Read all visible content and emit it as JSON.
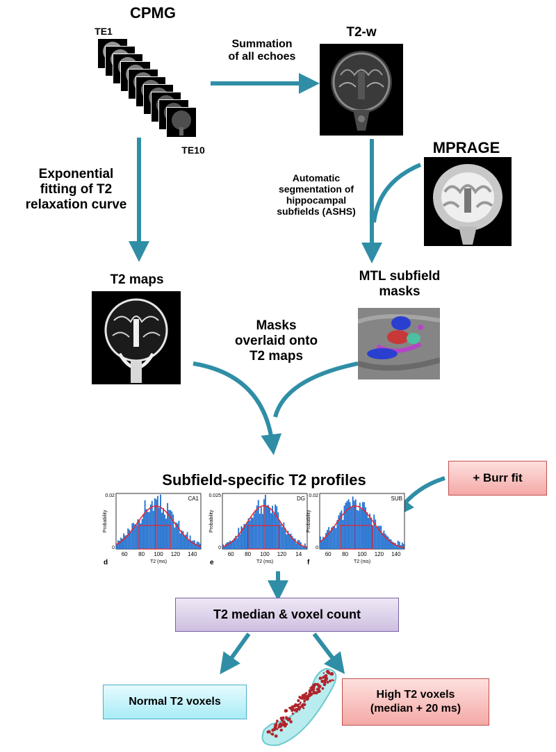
{
  "labels": {
    "cpmg": "CPMG",
    "te1": "TE1",
    "te10": "TE10",
    "summation": "Summation\nof all echoes",
    "t2w": "T2-w",
    "mprage": "MPRAGE",
    "exponential": "Exponential\nfitting of T2\nrelaxation curve",
    "ashs": "Automatic\nsegmentation of\nhippocampal\nsubfields (ASHS)",
    "t2maps": "T2 maps",
    "mtl": "MTL subfield\nmasks",
    "overlay": "Masks\noverlaid onto\nT2 maps",
    "profiles": "Subfield-specific T2 profiles"
  },
  "boxes": {
    "burr": "+ Burr fit",
    "median": "T2 median & voxel count",
    "normal": "Normal T2 voxels",
    "high": "High T2 voxels\n(median + 20 ms)"
  },
  "colors": {
    "arrow": "#2f8ea6",
    "bar": "#1f6fd0",
    "fit": "#e8222a"
  },
  "chart_data": [
    {
      "type": "bar",
      "title": "CA1",
      "panel_letter": "d",
      "xlabel": "T2 (ms)",
      "ylabel": "Probability",
      "ylim": [
        0,
        0.02
      ],
      "yticks": [
        "0.02",
        "0"
      ],
      "xticks": [
        "60",
        "80",
        "100",
        "120",
        "140"
      ],
      "xlim": [
        50,
        150
      ],
      "fit_peak": 97,
      "fit_spread": 22,
      "fit_height": 0.0155,
      "box_q1": 77,
      "box_q3": 114,
      "box_median": 97,
      "box_level": 0.0085,
      "noise_seed": 3
    },
    {
      "type": "bar",
      "title": "DG",
      "panel_letter": "e",
      "xlabel": "T2 (ms)",
      "ylabel": "Probability",
      "ylim": [
        0,
        0.025
      ],
      "yticks": [
        "0.025",
        "0"
      ],
      "xticks": [
        "60",
        "80",
        "100",
        "120",
        "14"
      ],
      "xlim": [
        50,
        150
      ],
      "fit_peak": 99,
      "fit_spread": 20,
      "fit_height": 0.0195,
      "box_q1": 80,
      "box_q3": 117,
      "box_median": 99,
      "box_level": 0.0105,
      "noise_seed": 7
    },
    {
      "type": "bar",
      "title": "SUB",
      "panel_letter": "f",
      "xlabel": "T2 (ms)",
      "ylabel": "Probability",
      "ylim": [
        0,
        0.02
      ],
      "yticks": [
        "0.02",
        "0"
      ],
      "xticks": [
        "60",
        "80",
        "100",
        "120",
        "140"
      ],
      "xlim": [
        50,
        150
      ],
      "fit_peak": 92,
      "fit_spread": 22,
      "fit_height": 0.0155,
      "box_q1": 74,
      "box_q3": 112,
      "box_median": 92,
      "box_level": 0.0085,
      "noise_seed": 11
    }
  ]
}
